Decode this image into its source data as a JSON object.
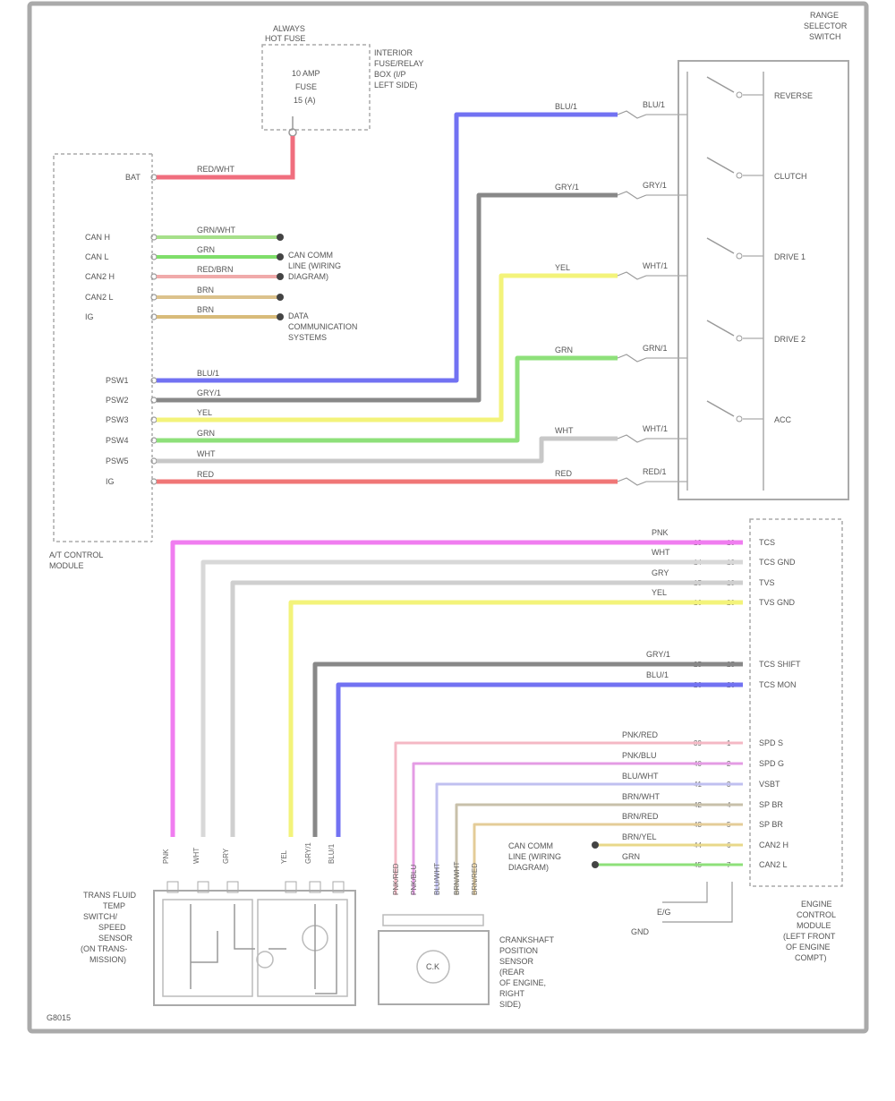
{
  "figure_code": "G8015",
  "fuse": {
    "title_lines": [
      "ALWAYS",
      "HOT FUSE"
    ],
    "inside_lines": [
      "10 AMP",
      "FUSE",
      "15 (A)"
    ],
    "side_lines": [
      "INTERIOR",
      "FUSE/RELAY",
      "BOX (I/P",
      "LEFT SIDE)"
    ]
  },
  "ecm": {
    "label_lines": [
      "A/T CONTROL",
      "MODULE"
    ],
    "pins_top": [
      {
        "label": "BAT",
        "wire": "RED/WHT",
        "color": "#f06e7e"
      },
      {
        "label": "CAN H",
        "wire": "GRN/WHT",
        "color": "#a6e08a"
      },
      {
        "label": "CAN L",
        "wire": "GRN",
        "color": "#7fde6a"
      },
      {
        "label": "CAN2 H",
        "wire": "RED/BRN",
        "color": "#f0aaaa"
      },
      {
        "label": "CAN2 L",
        "wire": "BRN",
        "color": "#dcc28c"
      },
      {
        "label": "IG",
        "wire": "BRN",
        "color": "#d8bb7a"
      }
    ],
    "pins_mid": [
      {
        "label": "PSW1",
        "wire": "BLU/1",
        "color": "#7272f2"
      },
      {
        "label": "PSW2",
        "wire": "GRY/1",
        "color": "#888888"
      },
      {
        "label": "PSW3",
        "wire": "YEL",
        "color": "#f3f37a"
      },
      {
        "label": "PSW4",
        "wire": "GRN",
        "color": "#8ee07a"
      },
      {
        "label": "PSW5",
        "wire": "WHT",
        "color": "#c8c8c8"
      },
      {
        "label": "IG",
        "wire": "RED",
        "color": "#f07676"
      }
    ],
    "ground_note": [
      "CAN COMM",
      "LINE (WIRING",
      "DIAGRAM)"
    ],
    "ground_note2": [
      "DATA",
      "COMMUNICATION",
      "SYSTEMS"
    ]
  },
  "shift_switch": {
    "title_lines": [
      "RANGE",
      "SELECTOR",
      "SWITCH"
    ],
    "circuits": [
      {
        "wire_left": "BLU/1",
        "wire_right": "BLU/1",
        "color": "#7272f2",
        "label": "REVERSE"
      },
      {
        "wire_left": "GRY/1",
        "wire_right": "GRY/1",
        "color": "#888888",
        "label": "CLUTCH"
      },
      {
        "wire_left": "YEL",
        "wire_right": "WHT/1",
        "color": "#f3f37a",
        "label": "DRIVE 1"
      },
      {
        "wire_left": "GRN",
        "wire_right": "GRN/1",
        "color": "#8ee07a",
        "label": "DRIVE 2"
      },
      {
        "wire_left": "WHT",
        "wire_right": "WHT/1",
        "color": "#bbbbbb",
        "label": "ACC"
      },
      {
        "wire_left": "RED",
        "wire_right": "RED/1",
        "color": "#f07676",
        "label": ""
      }
    ]
  },
  "tcm_connector": {
    "label_lines": [
      "ENGINE",
      "CONTROL",
      "MODULE",
      "(LEFT FRONT",
      "OF ENGINE",
      "COMPT)"
    ],
    "rows_top": [
      {
        "wire": "PNK",
        "pins": [
          "13",
          "10"
        ],
        "label": "TCS",
        "color": "#f07df0"
      },
      {
        "wire": "WHT",
        "pins": [
          "14",
          "18"
        ],
        "label": "TCS GND",
        "color": "#d8d8d8"
      },
      {
        "wire": "GRY",
        "pins": [
          "15",
          "19"
        ],
        "label": "TVS",
        "color": "#cfcfcf"
      },
      {
        "wire": "YEL",
        "pins": [
          "16",
          "20"
        ],
        "label": "TVS GND",
        "color": "#f3f37a"
      }
    ],
    "rows_mid": [
      {
        "wire": "GRY/1",
        "pins": [
          "25",
          "25"
        ],
        "label": "TCS SHIFT",
        "color": "#888888"
      },
      {
        "wire": "BLU/1",
        "pins": [
          "26",
          "26"
        ],
        "label": "TCS MON",
        "color": "#7272f2"
      }
    ],
    "rows_bot": [
      {
        "wire": "PNK/RED",
        "pins": [
          "39",
          "1"
        ],
        "label": "SPD S",
        "color": "#f4b8c4"
      },
      {
        "wire": "PNK/BLU",
        "pins": [
          "40",
          "2"
        ],
        "label": "SPD G",
        "color": "#e49ce4"
      },
      {
        "wire": "BLU/WHT",
        "pins": [
          "41",
          "3"
        ],
        "label": "VSBT",
        "color": "#c0c0f0"
      },
      {
        "wire": "BRN/WHT",
        "pins": [
          "42",
          "4"
        ],
        "label": "SP BR",
        "color": "#c8c0aa"
      },
      {
        "wire": "BRN/RED",
        "pins": [
          "43",
          "5"
        ],
        "label": "SP BR",
        "color": "#e4cc98"
      },
      {
        "wire": "BRN/YEL",
        "pins": [
          "44",
          "6"
        ],
        "label": "CAN2 H",
        "color": "#e8d88a"
      },
      {
        "wire": "GRN",
        "pins": [
          "45",
          "7"
        ],
        "label": "CAN2 L",
        "color": "#8ee07a"
      }
    ],
    "ground_labels": [
      "E/G",
      "GND"
    ]
  },
  "solenoid": {
    "label_lines": [
      "TRANS FLUID",
      "TEMP",
      "SWITCH/",
      "SPEED",
      "SENSOR",
      "(ON TRANS-",
      "MISSION)"
    ],
    "wires": [
      "PNK",
      "WHT",
      "GRY",
      "YEL",
      "GRY/1",
      "BLU/1"
    ]
  },
  "sensor": {
    "label_lines": [
      "CRANKSHAFT",
      "POSITION",
      "SENSOR",
      "(REAR",
      "OF ENGINE,",
      "RIGHT",
      "SIDE)"
    ],
    "wires": [
      "PNK/RED",
      "PNK/BLU",
      "BLU/WHT",
      "BRN/WHT",
      "BRN/RED"
    ]
  },
  "can_note": [
    "CAN COMM",
    "LINE (WIRING",
    "DIAGRAM)"
  ],
  "colors": {
    "blue": "#7272f2",
    "gray": "#888888",
    "yellow": "#f3f37a",
    "green": "#8ee07a",
    "red": "#f07676",
    "pink": "#f4a0b8",
    "magenta": "#f07df0",
    "brown": "#d8bb7a"
  }
}
